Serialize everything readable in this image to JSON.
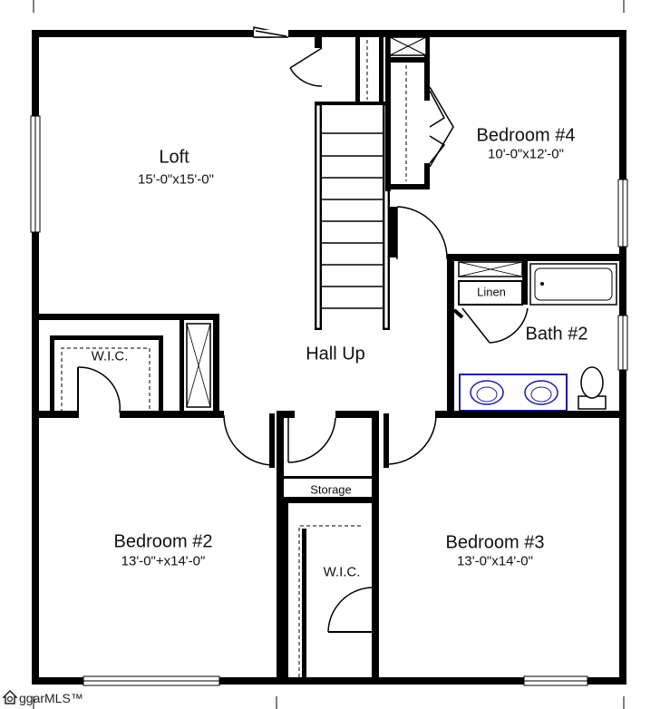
{
  "plan": {
    "rooms": [
      {
        "name": "Loft",
        "dims": "15'-0\"x15'-0\""
      },
      {
        "name": "Bedroom #4",
        "dims": "10'-0\"x12'-0\""
      },
      {
        "name": "Hall Up"
      },
      {
        "name": "Bath #2"
      },
      {
        "name": "Linen"
      },
      {
        "name": "W.I.C."
      },
      {
        "name": "Bedroom #2",
        "dims": "13'-0\"+x14'-0\""
      },
      {
        "name": "Storage"
      },
      {
        "name": "W.I.C."
      },
      {
        "name": "Bedroom #3",
        "dims": "13'-0\"x14'-0\""
      }
    ]
  },
  "watermark": {
    "text": "ggarMLS™"
  }
}
